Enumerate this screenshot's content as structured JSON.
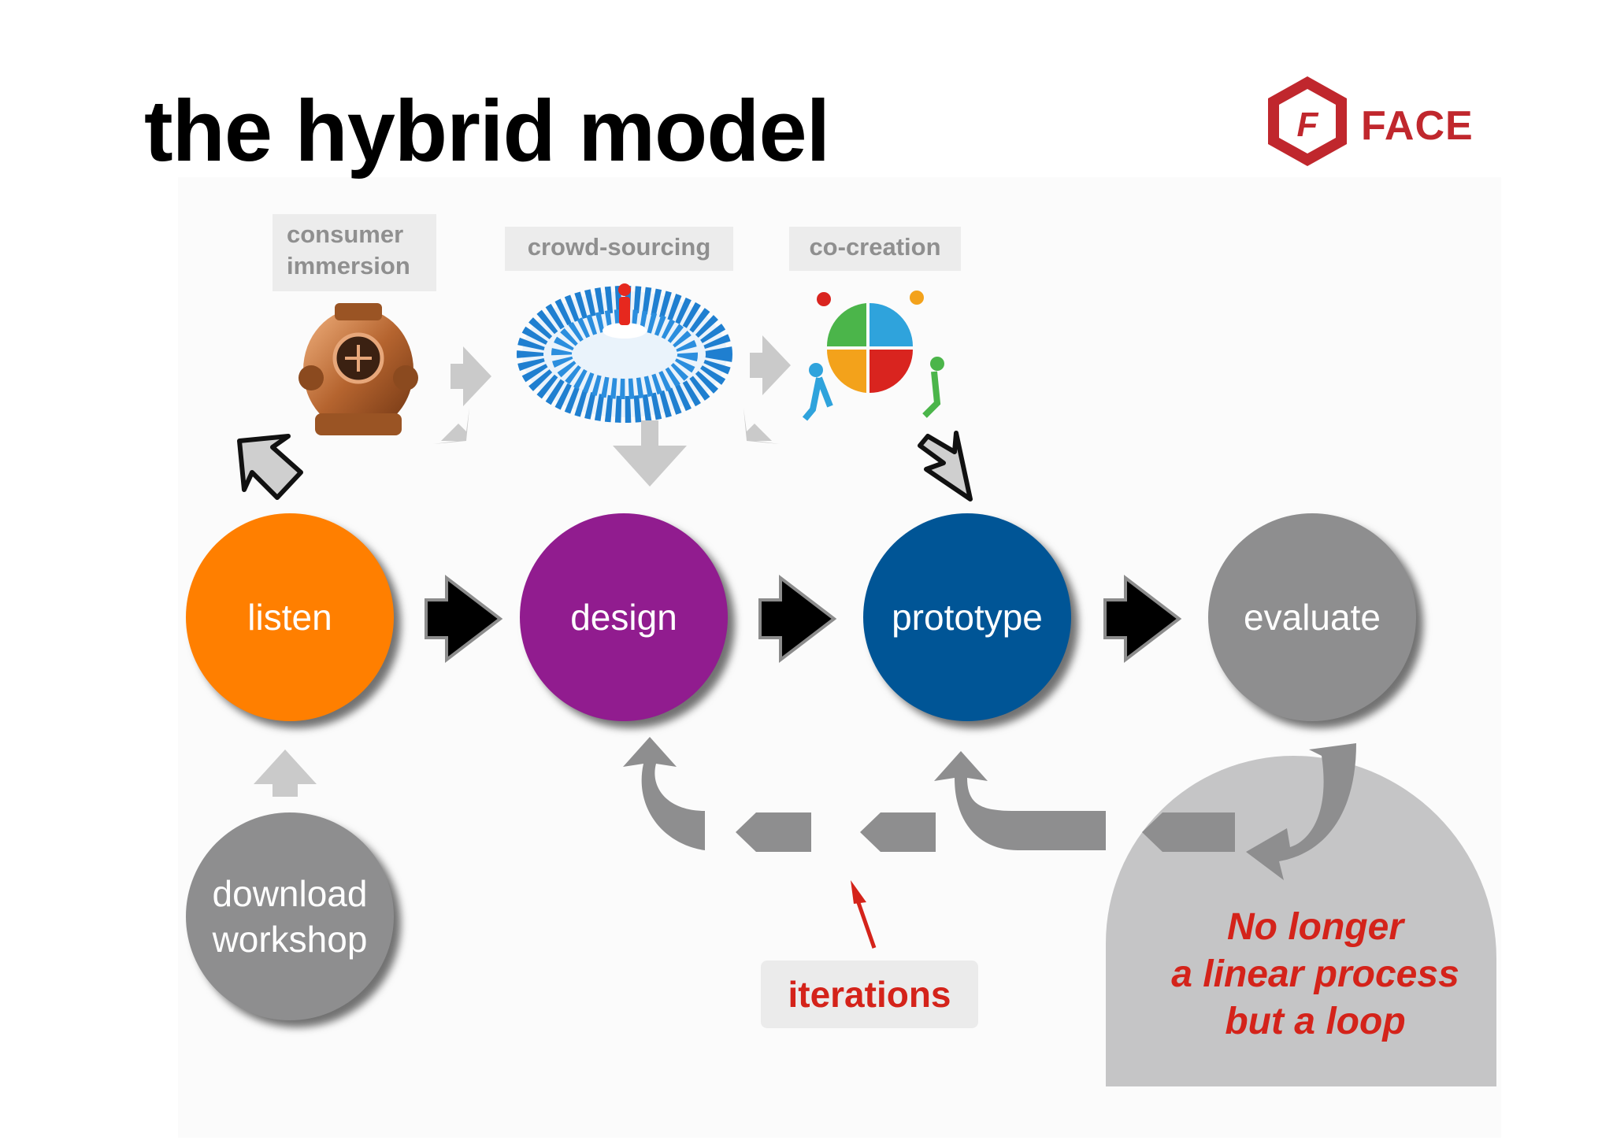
{
  "title": "the hybrid model",
  "logo": {
    "text": "FACE",
    "color": "#c0272d"
  },
  "methods": [
    {
      "label_lines": [
        "consumer",
        "immersion"
      ],
      "icon": "diving-helmet-icon"
    },
    {
      "label": "crowd-sourcing",
      "icon": "crowd-icon"
    },
    {
      "label": "co-creation",
      "icon": "puzzle-people-icon"
    }
  ],
  "stages": [
    {
      "label": "listen",
      "color": "#ff7f00"
    },
    {
      "label": "design",
      "color": "#911c8f"
    },
    {
      "label": "prototype",
      "color": "#005596"
    },
    {
      "label": "evaluate",
      "color": "#8e8e8f"
    }
  ],
  "input_stage": {
    "line1": "download",
    "line2": "workshop",
    "color": "#8e8e8f"
  },
  "iterations_label": "iterations",
  "loop_note": [
    "No longer",
    "a linear process",
    "but a loop"
  ],
  "accent_red": "#d4231a"
}
